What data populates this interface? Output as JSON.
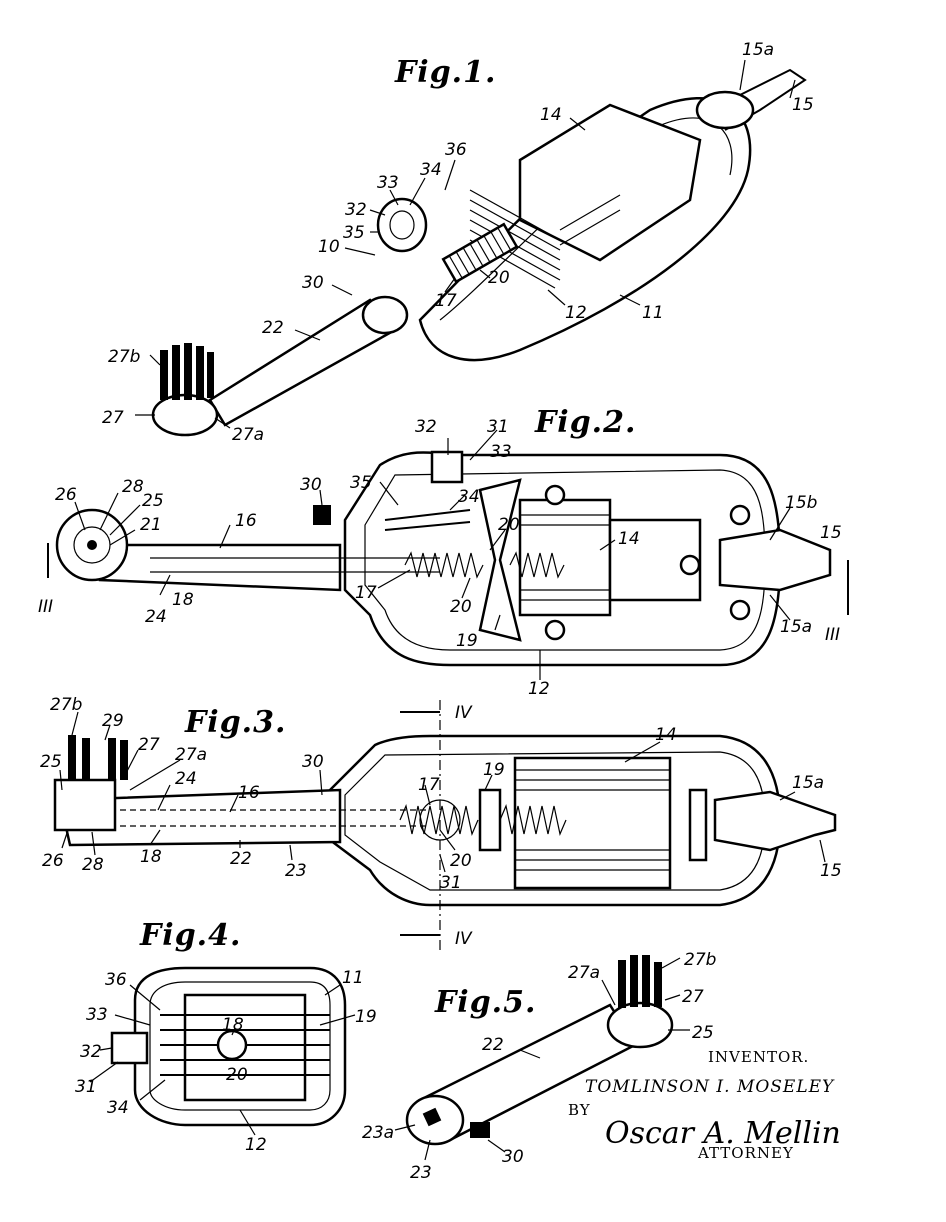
{
  "figures": {
    "fig1": {
      "title": "Fig.1.",
      "labels": [
        "15a",
        "15",
        "14",
        "36",
        "33",
        "34",
        "32",
        "35",
        "10",
        "30",
        "20",
        "17",
        "12",
        "11",
        "22",
        "27b",
        "27",
        "27a"
      ]
    },
    "fig2": {
      "title": "Fig.2.",
      "labels": [
        "32",
        "31",
        "33",
        "35",
        "34",
        "26",
        "28",
        "25",
        "21",
        "16",
        "30",
        "20",
        "14",
        "15b",
        "15",
        "III",
        "24",
        "18",
        "17",
        "20",
        "19",
        "12",
        "15a",
        "III"
      ]
    },
    "fig3": {
      "title": "Fig.3.",
      "labels": [
        "27b",
        "29",
        "27",
        "27a",
        "25",
        "24",
        "16",
        "30",
        "IV",
        "17",
        "19",
        "14",
        "15a",
        "26",
        "28",
        "18",
        "22",
        "23",
        "20",
        "31",
        "15",
        "IV"
      ]
    },
    "fig4": {
      "title": "Fig.4.",
      "labels": [
        "36",
        "11",
        "33",
        "18",
        "19",
        "32",
        "20",
        "31",
        "34",
        "12"
      ]
    },
    "fig5": {
      "title": "Fig.5.",
      "labels": [
        "27a",
        "27b",
        "27",
        "25",
        "22",
        "23a",
        "23",
        "30"
      ]
    }
  },
  "inventor": {
    "heading": "INVENTOR.",
    "name": "TOMLINSON I. MOSELEY",
    "by": "BY",
    "signature": "Oscar A. Mellin",
    "role": "ATTORNEY"
  }
}
